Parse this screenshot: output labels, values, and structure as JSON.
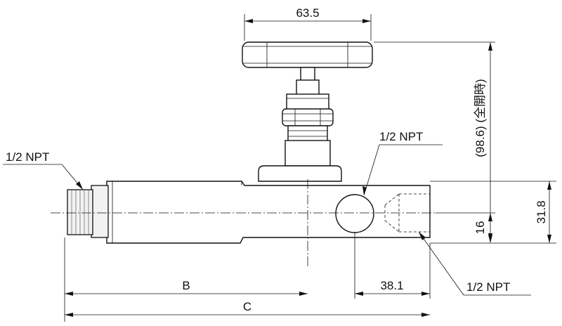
{
  "dimensions": {
    "handle_width": "63.5",
    "full_open_height": "(98.6) (全開時)",
    "body_height": "31.8",
    "port_center_height": "16",
    "port_offset": "38.1",
    "length_b": "B",
    "length_c": "C"
  },
  "callouts": {
    "inlet_thread": "1/2 NPT",
    "side_port_thread": "1/2 NPT",
    "outlet_thread": "1/2 NPT"
  }
}
